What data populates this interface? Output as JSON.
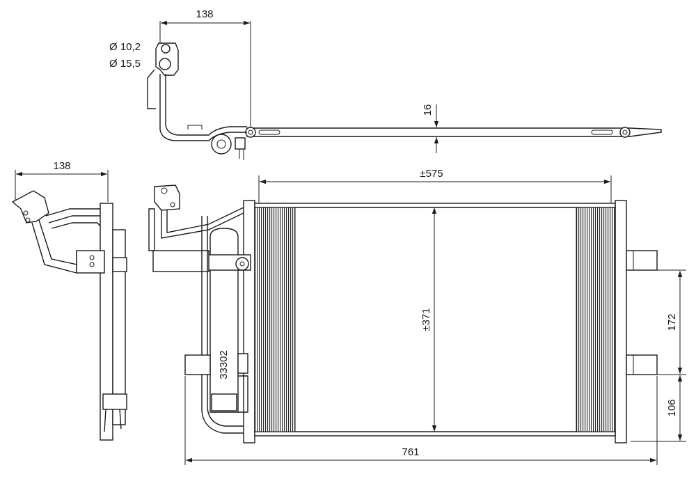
{
  "dimensions": {
    "top_width": "138",
    "side_width": "138",
    "core_width": "±575",
    "core_height": "±371",
    "overall_width": "761",
    "bracket_spacing": "172",
    "bracket_offset": "106",
    "rail_thickness": "16",
    "port_small": "Ø 10,2",
    "port_large": "Ø 15,5"
  },
  "part_number": "33302"
}
